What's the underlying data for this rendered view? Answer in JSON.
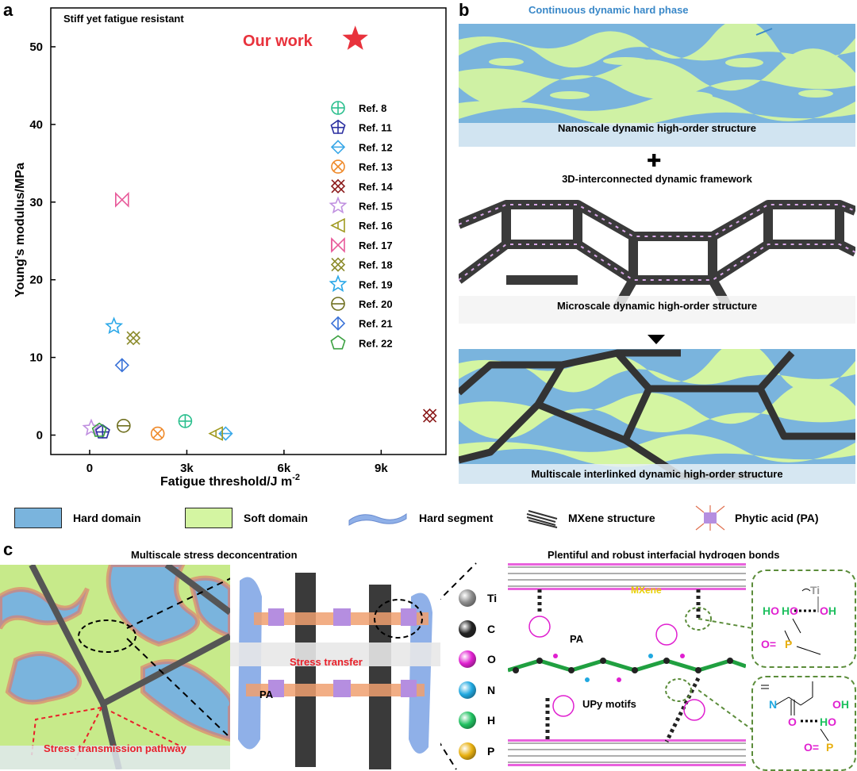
{
  "panel_labels": {
    "a": "a",
    "b": "b",
    "c": "c"
  },
  "chart_data": {
    "type": "scatter",
    "annotation": "Stiff yet fatigue resistant",
    "our_work_label": "Our work",
    "xlabel": "Fatigue threshold/J m",
    "xlabel_sup": "-2",
    "ylabel": "Young's modulus/MPa",
    "xlim": [
      -1200,
      11000
    ],
    "ylim": [
      -2.5,
      55
    ],
    "x_ticks": [
      0,
      3000,
      6000,
      9000
    ],
    "x_tick_labels": [
      "0",
      "3k",
      "6k",
      "9k"
    ],
    "y_ticks": [
      0,
      10,
      20,
      30,
      40,
      50
    ],
    "y_tick_labels": [
      "0",
      "10",
      "20",
      "30",
      "40",
      "50"
    ],
    "our_work": {
      "x": 8200,
      "y": 51,
      "color": "#e8323c"
    },
    "series": [
      {
        "name": "Ref. 8",
        "marker": "circle-plus",
        "color": "#2bbf8e",
        "points": [
          [
            2950,
            1.8
          ]
        ]
      },
      {
        "name": "Ref. 11",
        "marker": "pentagon-plus",
        "color": "#2b2fa0",
        "points": [
          [
            400,
            0.4
          ]
        ]
      },
      {
        "name": "Ref. 12",
        "marker": "diamond-line",
        "color": "#3aa8e8",
        "points": [
          [
            4200,
            0.2
          ]
        ]
      },
      {
        "name": "Ref. 13",
        "marker": "circle-x",
        "color": "#ef8a2a",
        "points": [
          [
            2100,
            0.2
          ]
        ]
      },
      {
        "name": "Ref. 14",
        "marker": "square-x",
        "color": "#8b1a1a",
        "points": [
          [
            10500,
            2.5
          ]
        ]
      },
      {
        "name": "Ref. 15",
        "marker": "star",
        "color": "#c090e0",
        "points": [
          [
            50,
            0.9
          ]
        ]
      },
      {
        "name": "Ref. 16",
        "marker": "triangle-left",
        "color": "#a09a20",
        "points": [
          [
            3900,
            0.2
          ]
        ]
      },
      {
        "name": "Ref. 17",
        "marker": "bowtie",
        "color": "#e85a9a",
        "points": [
          [
            1000,
            30.3
          ]
        ]
      },
      {
        "name": "Ref. 18",
        "marker": "x-square",
        "color": "#8b8a2a",
        "points": [
          [
            1350,
            12.5
          ]
        ]
      },
      {
        "name": "Ref. 19",
        "marker": "star",
        "color": "#2ba8e8",
        "points": [
          [
            750,
            14
          ]
        ]
      },
      {
        "name": "Ref. 20",
        "marker": "circle-minus",
        "color": "#707020",
        "points": [
          [
            1050,
            1.2
          ]
        ]
      },
      {
        "name": "Ref. 21",
        "marker": "diamond-half",
        "color": "#3a72d8",
        "points": [
          [
            1000,
            9
          ]
        ]
      },
      {
        "name": "Ref. 22",
        "marker": "pentagon",
        "color": "#3aa040",
        "points": [
          [
            300,
            0.6
          ]
        ]
      }
    ]
  },
  "panel_b": {
    "top_label": "Continuous dynamic hard phase",
    "caption1": "Nanoscale dynamic high-order structure",
    "plus": "✚",
    "framework_label": "3D-interconnected dynamic framework",
    "caption2": "Microscale dynamic high-order structure",
    "caption3": "Multiscale interlinked dynamic high-order structure"
  },
  "legend": {
    "hard_domain": "Hard domain",
    "soft_domain": "Soft  domain",
    "hard_segment": "Hard  segment",
    "mxene_structure": "MXene structure",
    "phytic_acid": "Phytic acid (PA)",
    "colors": {
      "hard": "#7ab4dd",
      "soft": "#d4f5a2"
    }
  },
  "panel_c": {
    "title_left": "Multiscale stress deconcentration",
    "title_right": "Plentiful and robust interfacial hydrogen bonds",
    "stress_pathway": "Stress transmission pathway",
    "stress_transfer": "Stress transfer",
    "pa_label": "PA",
    "pa_label2": "PA",
    "upy_label": "UPy motifs",
    "mxene_label": "MXene",
    "atoms": [
      {
        "symbol": "Ti",
        "color": "#8c8c8c"
      },
      {
        "symbol": "C",
        "color": "#222222"
      },
      {
        "symbol": "O",
        "color": "#e020d0"
      },
      {
        "symbol": "N",
        "color": "#20a8e0"
      },
      {
        "symbol": "H",
        "color": "#20c060"
      },
      {
        "symbol": "P",
        "color": "#e8b010"
      }
    ],
    "inset1": {
      "ti": "Ti",
      "ho1": "HO",
      "ho2": "HO",
      "oh": "OH",
      "o_eq": "O=",
      "p": "P"
    },
    "inset2": {
      "n": "N",
      "o": "O",
      "ho": "HO",
      "oh": "OH",
      "o_eq": "O=",
      "p": "P"
    }
  }
}
